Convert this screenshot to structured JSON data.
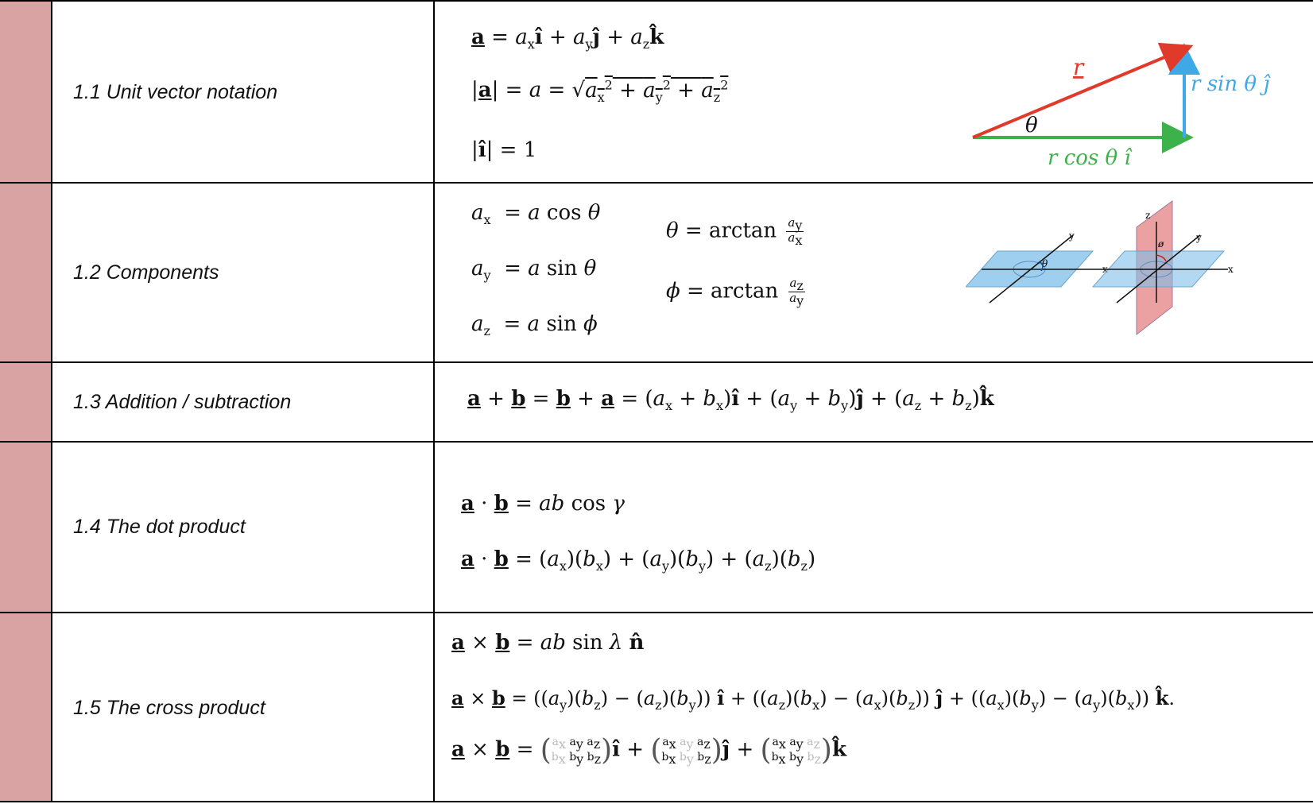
{
  "rows": [
    {
      "label": "1.1 Unit vector notation",
      "formulas": [
        "a = aₓî + a_yĵ + a_zk̂",
        "|a| = a = √(aₓ² + a_y² + a_z²)",
        "|î| = 1"
      ],
      "diagram": {
        "hyp_label": "r",
        "vert_label": "r sin θ ĵ",
        "horiz_label": "r cos θ î",
        "angle_label": "θ",
        "colors": {
          "hyp": "#e03a2a",
          "vert": "#3fa9e8",
          "horiz": "#3db24a"
        }
      }
    },
    {
      "label": "1.2 Components",
      "formulas": [
        "aₓ = a cos θ",
        "a_y = a sin θ",
        "a_z = a sin ϕ",
        "θ = arctan a_y/aₓ",
        "ϕ = arctan a_z/a_y"
      ],
      "diagram": {
        "axis_x": "x",
        "axis_y": "y",
        "axis_z": "z",
        "angle_theta": "θ",
        "angle_phi": "ø",
        "colors": {
          "plane_blue": "#7fbfe8",
          "plane_red": "#e89090"
        }
      }
    },
    {
      "label": "1.3 Addition / subtraction",
      "formulas": [
        "a + b = b + a = (aₓ + bₓ)î + (a_y + b_y)ĵ + (a_z + b_z)k̂"
      ]
    },
    {
      "label": "1.4 The dot product",
      "formulas": [
        "a · b = ab cos γ",
        "a · b = (aₓ)(bₓ) + (a_y)(b_y) + (a_z)(b_z)"
      ]
    },
    {
      "label": "1.5 The cross product",
      "formulas": [
        "a × b = ab sin λ n̂",
        "a × b = ((a_y)(b_z) − (a_z)(b_y)) î + ((a_z)(bₓ) − (aₓ)(b_z)) ĵ + ((aₓ)(b_y) − (a_y)(bₓ)) k̂.",
        "a × b = ( ) î + ( ) ĵ + ( ) k̂"
      ]
    }
  ],
  "colors": {
    "swatch": "#d9a3a3"
  }
}
